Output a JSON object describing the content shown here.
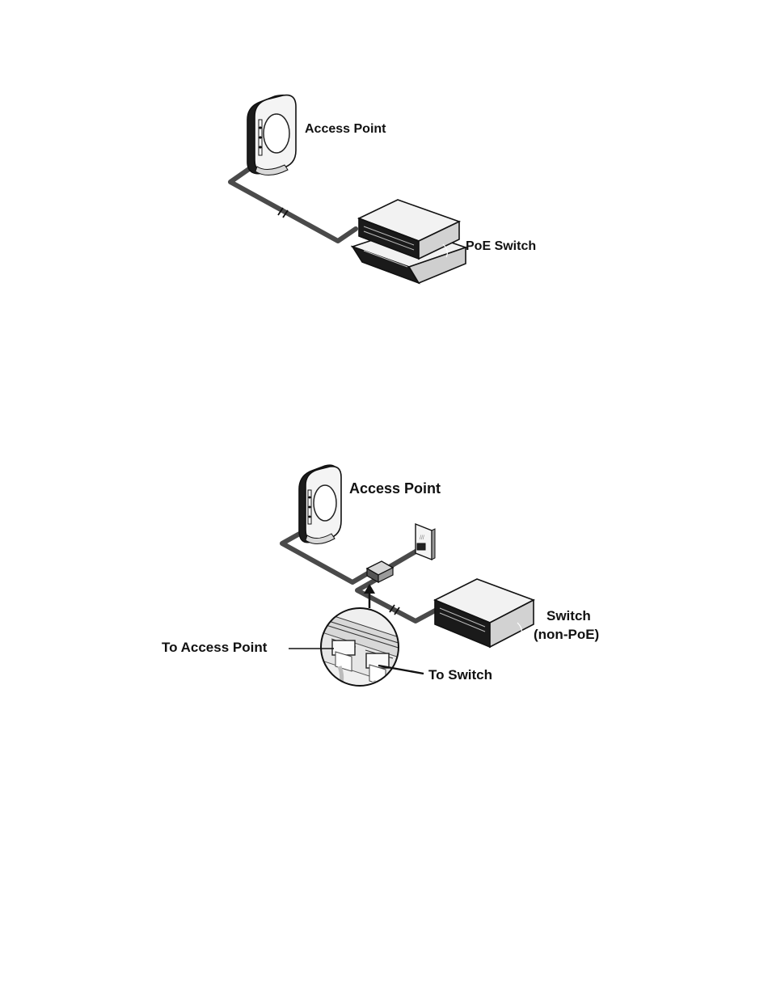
{
  "diagram1": {
    "access_point_label": "Access Point",
    "switch_label": "PoE Switch"
  },
  "diagram2": {
    "access_point_label": "Access Point",
    "switch_label_line1": "Switch",
    "switch_label_line2": "(non-PoE)",
    "to_access_point_label": "To Access Point",
    "to_switch_label": "To Switch"
  },
  "colors": {
    "cable": "#4a4a4a",
    "device_light": "#f2f2f2",
    "device_mid": "#cfcfcf",
    "device_dark": "#1a1a1a"
  }
}
